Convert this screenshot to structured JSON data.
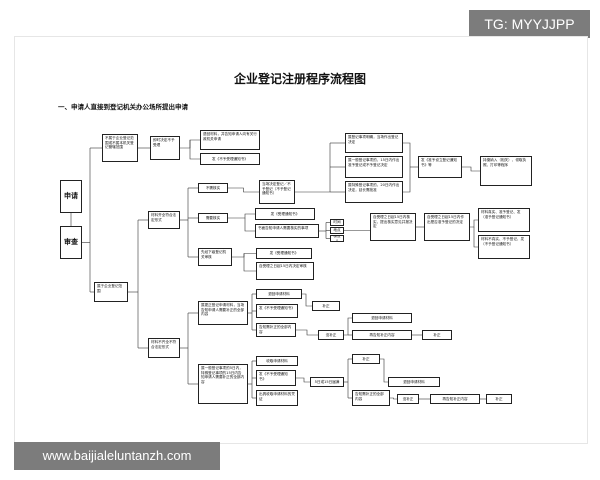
{
  "watermark_tg": "TG: MYYJJPP",
  "watermark_site": "www.baijialeluntanzh.com",
  "diagram": {
    "title": "企业登记注册程序流程图",
    "subtitle": "一、申请人直接到登记机关办公场所提出申请",
    "nodes": {
      "apply": "申请",
      "review": "审查",
      "not_in_scope": "不属于企业登记范围或不属本机关登记管辖范围",
      "decide_not_accept": "即时决定不予受理",
      "return_docs": "退回材料，并告知申请人向有关行政机关申请",
      "deny_notice_1": "发《不予受理通知书》",
      "in_scope": "属于企业登记范围",
      "complete": "材料齐全符合法定形式",
      "no_approval": "不需核实",
      "decide_on_spot": "当场决定登记／不予登记（不予登记通知书）",
      "spot_register": "属登记事项明确，当场作出登记决定",
      "ordinary_15": "属一般登记事项的，15日内作出准予登记或不予登记决定",
      "special_approval": "属特殊登记事项的，20日内作出决定，延长需批准",
      "decide_register": "发《准予设立登记通知书》等",
      "pay_fee": "持缴纳入（相关）、领取执照、打印等程序",
      "need_verify": "需要核实",
      "send_verify": "发《受理通知书》",
      "notify_verify": "书面告知申请人需要核实的事项",
      "time_item": "时间",
      "place_item": "地点",
      "person_item": "核查人",
      "verify_15": "自受理之日起15日内核实，提出核实意见并报决定",
      "register_15": "自受理之日起15日内作出是否准予登记的决定",
      "cert_issue": "材料真实、准予登记、发（准予登记通知书）",
      "cert_fail": "材料不真实、不予登记、发（不予登记通知书）",
      "need_pre": "先经下级登记机关审核",
      "send_pre": "发《受理通知书》",
      "pre_within": "自受理之日起15日内决定审核",
      "incomplete": "材料不齐全不符合法定形式",
      "can_fix_on_spot": "属更正登记申请材料，当场告知申请人需要补正的全部内容",
      "return_material_1": "退回申请材料",
      "deny_notice_2": "发《不予受理通知书》",
      "notify_fix_all": "告知需补正的全部内容",
      "supplement_1": "补正",
      "not_supplement_1": "没补正",
      "return_material_2": "退回申请材料",
      "fix_content_1": "再告知补正内容",
      "supplement_2": "补正",
      "ordinary_five_days": "属一般登记事项的5日内，特殊登记事项的15日内告知申请人需要补正的全部内容",
      "receive_material": "收取申请材料",
      "deny_notice_3": "发《不予受理通知书》",
      "receipt_material": "出具收取申请材料的凭证",
      "five_days_notice": "5日或15日届满",
      "supplement_3": "补正",
      "return_material_3": "退回申请材料",
      "notify_fix_2": "告知需补正的全部内容",
      "not_supplement_2": "没补正",
      "fix_content_2": "再告知补正内容",
      "supplement_4": "补正"
    }
  }
}
